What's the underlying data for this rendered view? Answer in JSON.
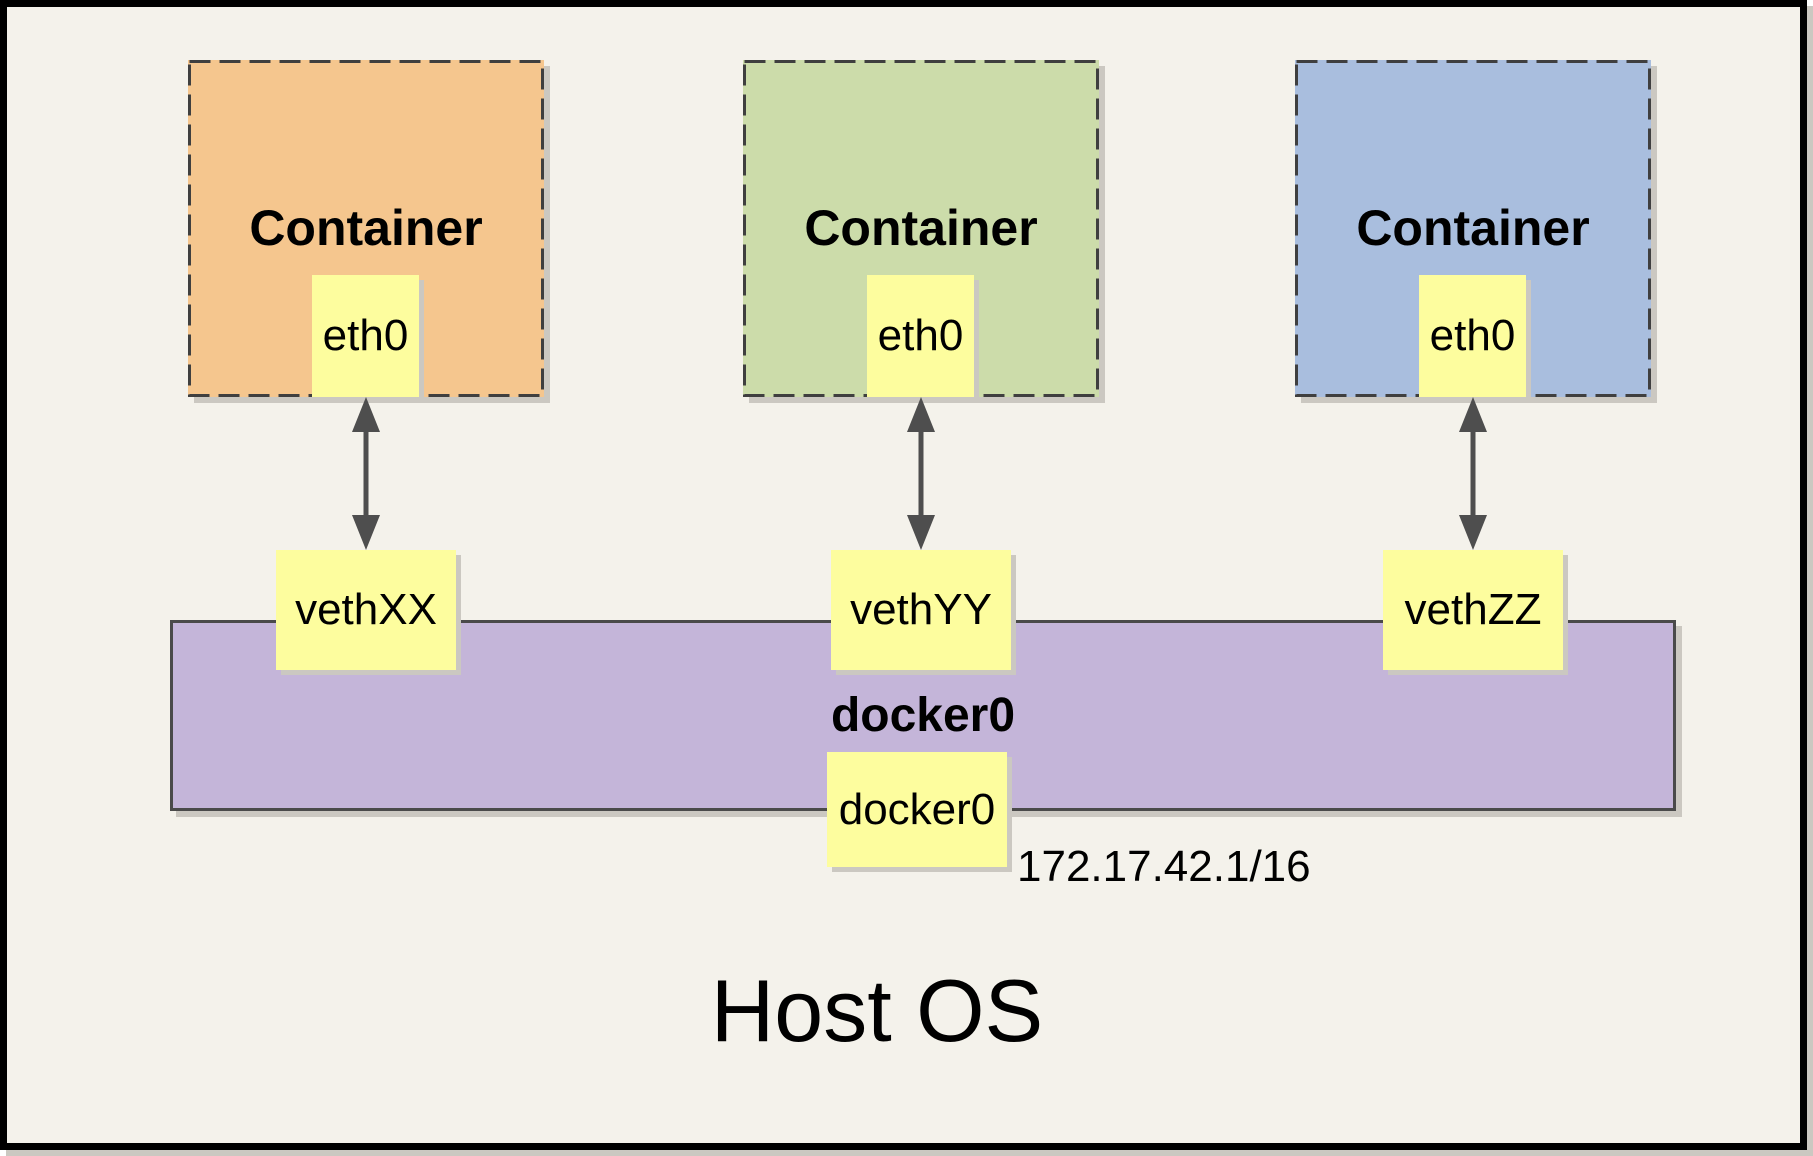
{
  "diagram": {
    "containers": [
      {
        "label": "Container",
        "interface": "eth0",
        "veth": "vethXX"
      },
      {
        "label": "Container",
        "interface": "eth0",
        "veth": "vethYY"
      },
      {
        "label": "Container",
        "interface": "eth0",
        "veth": "vethZZ"
      }
    ],
    "bridge": {
      "title": "docker0",
      "interface_box": "docker0",
      "ip": "172.17.42.1/16"
    },
    "host": {
      "label": "Host OS"
    },
    "colors": {
      "bg": "#F4F2EB",
      "c1": "#F5C68E",
      "c2": "#CCDCAA",
      "c3": "#A9BEDE",
      "yellow": "#FDFD9E",
      "purple": "#C4B5D9",
      "dash": "#3F3F3F",
      "arrow": "#4E4E4E",
      "shadow": "#CBC8C1"
    }
  }
}
